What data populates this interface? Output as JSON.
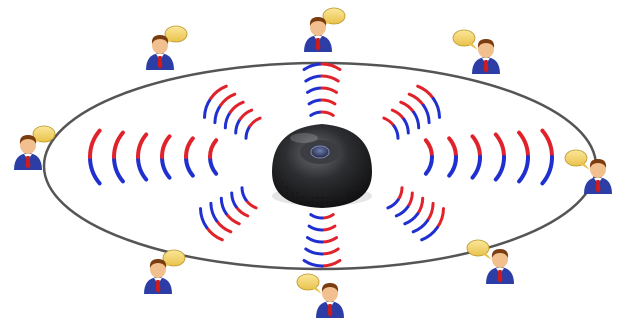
{
  "diagram": {
    "description_kind": "omnidirectional conference speakerphone pickup illustration",
    "center_device": {
      "icon": "conference-speakerphone-icon"
    },
    "table": {
      "shape": "ellipse"
    },
    "participant_icon": "person-with-speech-bubble-icon",
    "participants": [
      {
        "id": "top",
        "bubble": "right"
      },
      {
        "id": "top-left",
        "bubble": "right"
      },
      {
        "id": "top-right",
        "bubble": "left"
      },
      {
        "id": "left",
        "bubble": "right"
      },
      {
        "id": "right",
        "bubble": "left"
      },
      {
        "id": "bottom-left",
        "bubble": "right"
      },
      {
        "id": "bottom",
        "bubble": "left"
      },
      {
        "id": "bottom-right",
        "bubble": "left"
      }
    ],
    "wave_groups": [
      {
        "id": "left",
        "arcs": 6
      },
      {
        "id": "right",
        "arcs": 6
      },
      {
        "id": "top",
        "arcs": 5
      },
      {
        "id": "bottom",
        "arcs": 5
      },
      {
        "id": "top-left",
        "arcs": 5
      },
      {
        "id": "top-right",
        "arcs": 5
      },
      {
        "id": "bottom-left",
        "arcs": 5
      },
      {
        "id": "bottom-right",
        "arcs": 5
      }
    ],
    "colors": {
      "wave_red": "#e0232b",
      "wave_blue": "#1f2fd0",
      "table_stroke": "#555555",
      "suit": "#2c3ea6",
      "tie": "#d11a1a",
      "skin": "#f2c08f",
      "hair": "#7a3d12",
      "bubble": "#f5d76e",
      "device_dark": "#2d2e31"
    }
  }
}
